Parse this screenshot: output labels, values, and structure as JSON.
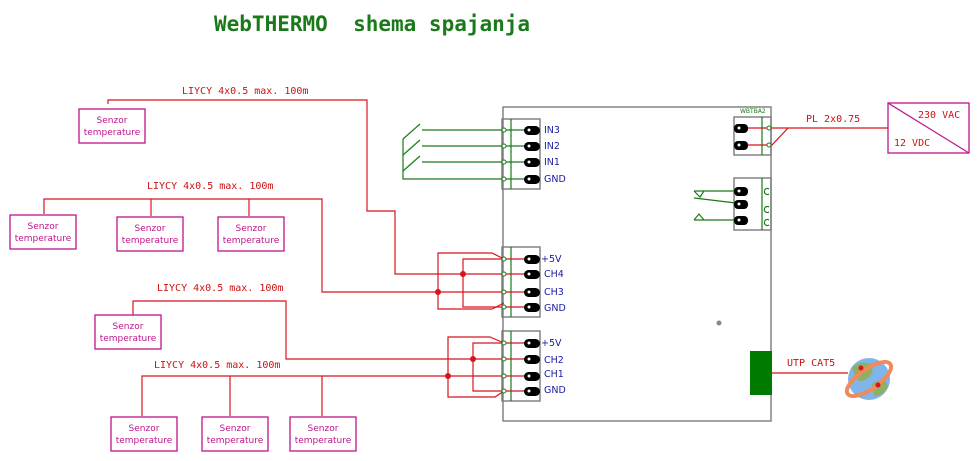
{
  "title": "WebTHERMO  shema spajanja",
  "cables": {
    "group1": "LIYCY 4x0.5 max. 100m",
    "group2": "LIYCY 4x0.5 max. 100m",
    "group3": "LIYCY 4x0.5 max. 100m",
    "group4": "LIYCY 4x0.5 max. 100m",
    "power": "PL 2x0.75",
    "network": "UTP CAT5"
  },
  "sensor": {
    "line1": "Senzor",
    "line2": "temperature"
  },
  "connectors": {
    "inputs": [
      "IN3",
      "IN2",
      "IN1",
      "GND"
    ],
    "channels_a": [
      "+5V",
      "CH4",
      "CH3",
      "GND"
    ],
    "channels_b": [
      "+5V",
      "CH2",
      "CH1",
      "GND"
    ],
    "power_label": "WBTBA2"
  },
  "power_supply": {
    "input": "230 VAC",
    "output": "12 VDC"
  },
  "icons": {
    "network": "globe-icon",
    "switch": "switch-contact-icon",
    "relay": "relay-contact-icon"
  },
  "colors": {
    "title": "#1a7a1a",
    "cable": "#d8141e",
    "sensor": "#c0148c",
    "pin_label": "#1a1aa0",
    "board": "#7a7a7a",
    "ethernet": "#007a00"
  }
}
